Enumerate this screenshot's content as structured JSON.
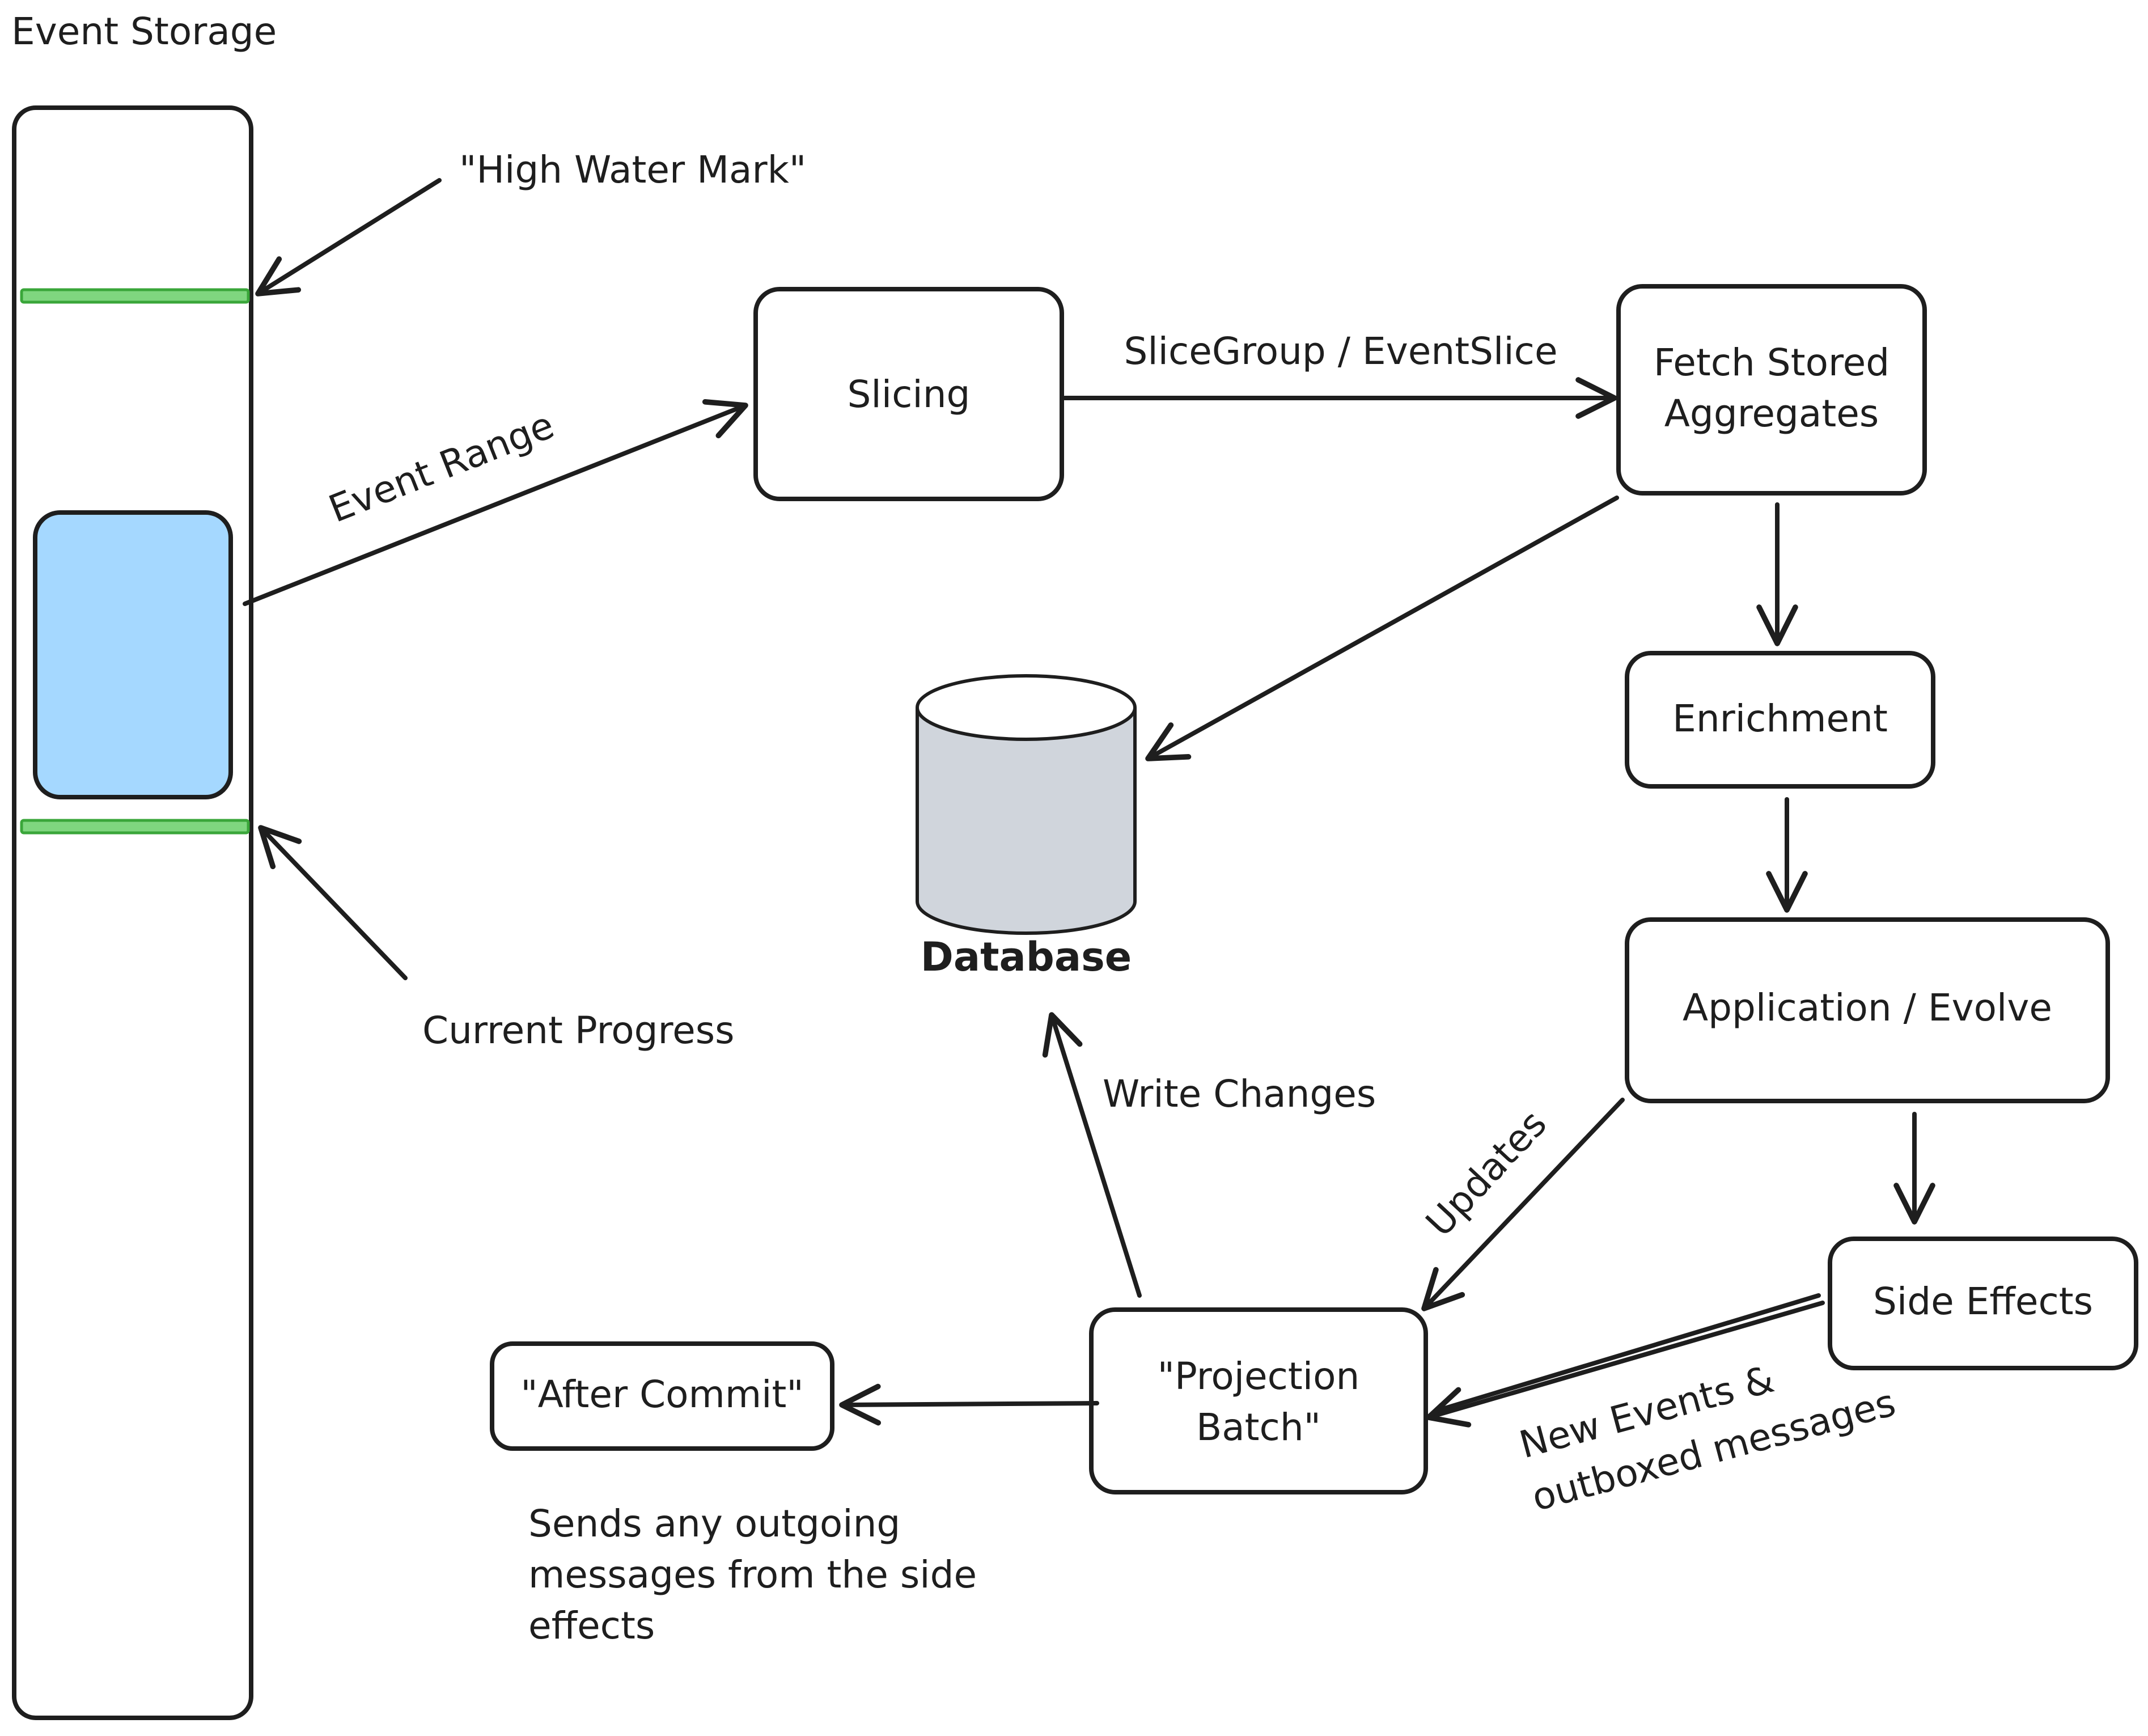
{
  "diagram": {
    "title": "Event Storage",
    "storage": {
      "high_water_mark": "\"High Water Mark\"",
      "event_range": "Event Range",
      "current_progress": "Current Progress"
    },
    "nodes": {
      "slicing": "Slicing",
      "fetch_line1": "Fetch Stored",
      "fetch_line2": "Aggregates",
      "enrichment": "Enrichment",
      "application": "Application / Evolve",
      "side_effects": "Side Effects",
      "projection_line1": "\"Projection",
      "projection_line2": "Batch\"",
      "after_commit": "\"After Commit\"",
      "database": "Database"
    },
    "edges": {
      "slice_group": "SliceGroup / EventSlice",
      "write_changes": "Write Changes",
      "updates": "Updates",
      "new_events_line1": "New Events &",
      "new_events_line2": "outboxed messages"
    },
    "note": {
      "line1": "Sends any outgoing",
      "line2": "messages from the side",
      "line3": "effects"
    },
    "colors": {
      "stroke": "#1e1e1e",
      "marker_green": "#7fd67f",
      "event_range_fill": "#a5d8ff",
      "database_fill": "#d0d5dc"
    }
  }
}
